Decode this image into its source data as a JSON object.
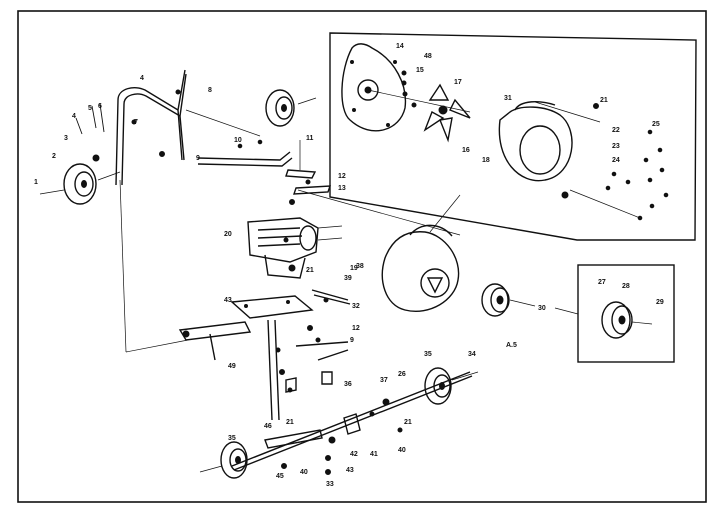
{
  "diagram": {
    "section_tag": "A.5",
    "callouts": {
      "c1": "1",
      "c2": "2",
      "c3": "3",
      "c4": "4",
      "c5": "5",
      "c6": "6",
      "c7": "7",
      "c8": "8",
      "c9": "9",
      "c10": "10",
      "c11": "11",
      "c12": "12",
      "c13": "13",
      "c14": "14",
      "c15": "15",
      "c16": "16",
      "c17": "17",
      "c18": "18",
      "c19": "19",
      "c20": "20",
      "c21": "21",
      "c22": "22",
      "c23": "23",
      "c24": "24",
      "c25": "25",
      "c26": "26",
      "c27": "27",
      "c28": "28",
      "c29": "29",
      "c30": "30",
      "c31": "31",
      "c32": "32",
      "c33": "33",
      "c34": "34",
      "c35": "35",
      "c36": "36",
      "c37": "37",
      "c38": "38",
      "c39": "39",
      "c40": "40",
      "c41": "41",
      "c42": "42",
      "c43": "43",
      "c45": "45",
      "c46": "46",
      "c48": "48",
      "c49": "49"
    }
  }
}
